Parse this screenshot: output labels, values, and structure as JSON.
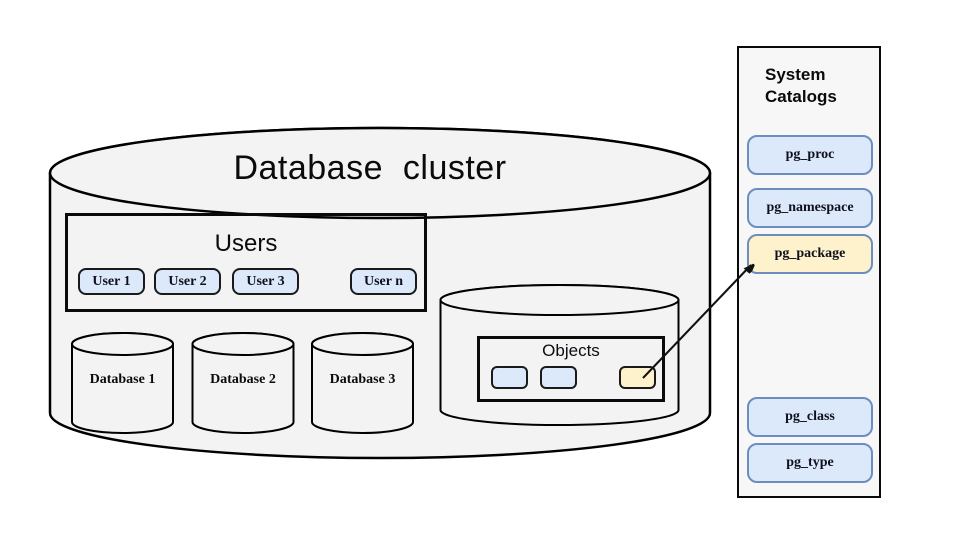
{
  "diagram": {
    "cluster": {
      "title": "Database  cluster",
      "users_group": {
        "title": "Users",
        "users": [
          {
            "label": "User 1"
          },
          {
            "label": "User 2"
          },
          {
            "label": "User 3"
          },
          {
            "label": "User n"
          }
        ]
      },
      "databases": [
        {
          "label": "Database 1"
        },
        {
          "label": "Database 2"
        },
        {
          "label": "Database 3"
        }
      ],
      "objects_group": {
        "title": "Objects",
        "items": [
          {
            "kind": "object",
            "color": "blue"
          },
          {
            "kind": "object",
            "color": "blue"
          },
          {
            "kind": "package-object",
            "color": "yellow"
          }
        ]
      }
    },
    "system_catalogs": {
      "title": "System Catalogs",
      "catalogs": [
        {
          "label": "pg_proc",
          "highlighted": false
        },
        {
          "label": "pg_namespace",
          "highlighted": false
        },
        {
          "label": "pg_package",
          "highlighted": true
        },
        {
          "label": "pg_class",
          "highlighted": false
        },
        {
          "label": "pg_type",
          "highlighted": false
        }
      ]
    },
    "connection": {
      "from": "package-object",
      "to": "pg_package"
    },
    "colors": {
      "node_blue_fill": "#dbe9fb",
      "node_blue_border": "#6c8ebf",
      "node_dark_border": "#1a1a1a",
      "highlight_yellow_fill": "#fdf2cc",
      "cylinder_fill": "#f3f3f3",
      "panel_fill": "#f7f7f7",
      "outline": "#000000"
    }
  }
}
